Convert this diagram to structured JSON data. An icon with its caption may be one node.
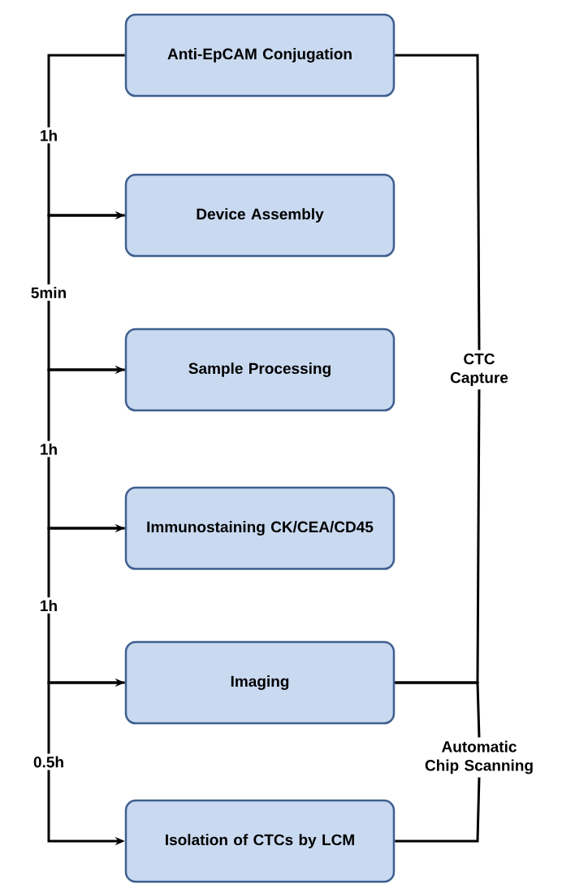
{
  "diagram": {
    "nodes": [
      {
        "text": [
          "Anti-EpCAM Conjugation"
        ]
      },
      {
        "text": [
          "Device Assembly"
        ]
      },
      {
        "text": [
          "Sample Processing"
        ]
      },
      {
        "text": [
          "Immunostaining CK/CEA/CD45"
        ]
      },
      {
        "text": [
          "Imaging"
        ]
      },
      {
        "text": [
          "Isolation of CTCs by LCM"
        ]
      },
      {
        "text": [
          "CTC Capture"
        ]
      },
      {
        "text": [
          "Automatic Chip Scanning"
        ]
      }
    ],
    "edges": [
      {
        "from": 0,
        "to": 1,
        "arrow": "to",
        "label": "1h"
      },
      {
        "from": 1,
        "to": 2,
        "arrow": "to",
        "label": "5min"
      },
      {
        "from": 2,
        "to": 3,
        "arrow": "to",
        "label": "1h"
      },
      {
        "from": 3,
        "to": 4,
        "arrow": "to",
        "label": "1h"
      },
      {
        "from": 4,
        "to": 5,
        "arrow": "to",
        "label": "0.5h"
      },
      {
        "from": 0,
        "to": 6,
        "arrow": "none"
      },
      {
        "from": 4,
        "to": 6,
        "arrow": "none"
      },
      {
        "from": 4,
        "to": 7,
        "arrow": "none"
      },
      {
        "from": 5,
        "to": 7,
        "arrow": "none"
      }
    ]
  }
}
